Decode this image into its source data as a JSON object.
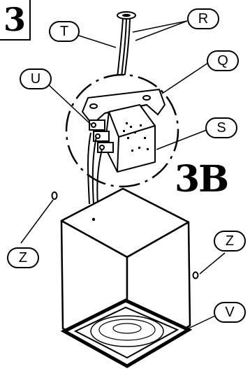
{
  "step": {
    "number": "3"
  },
  "detail": {
    "label": "3B"
  },
  "callouts": {
    "t": "T",
    "r": "R",
    "q": "Q",
    "u": "U",
    "s": "S",
    "z_left": "Z",
    "z_right": "Z",
    "v": "V"
  }
}
